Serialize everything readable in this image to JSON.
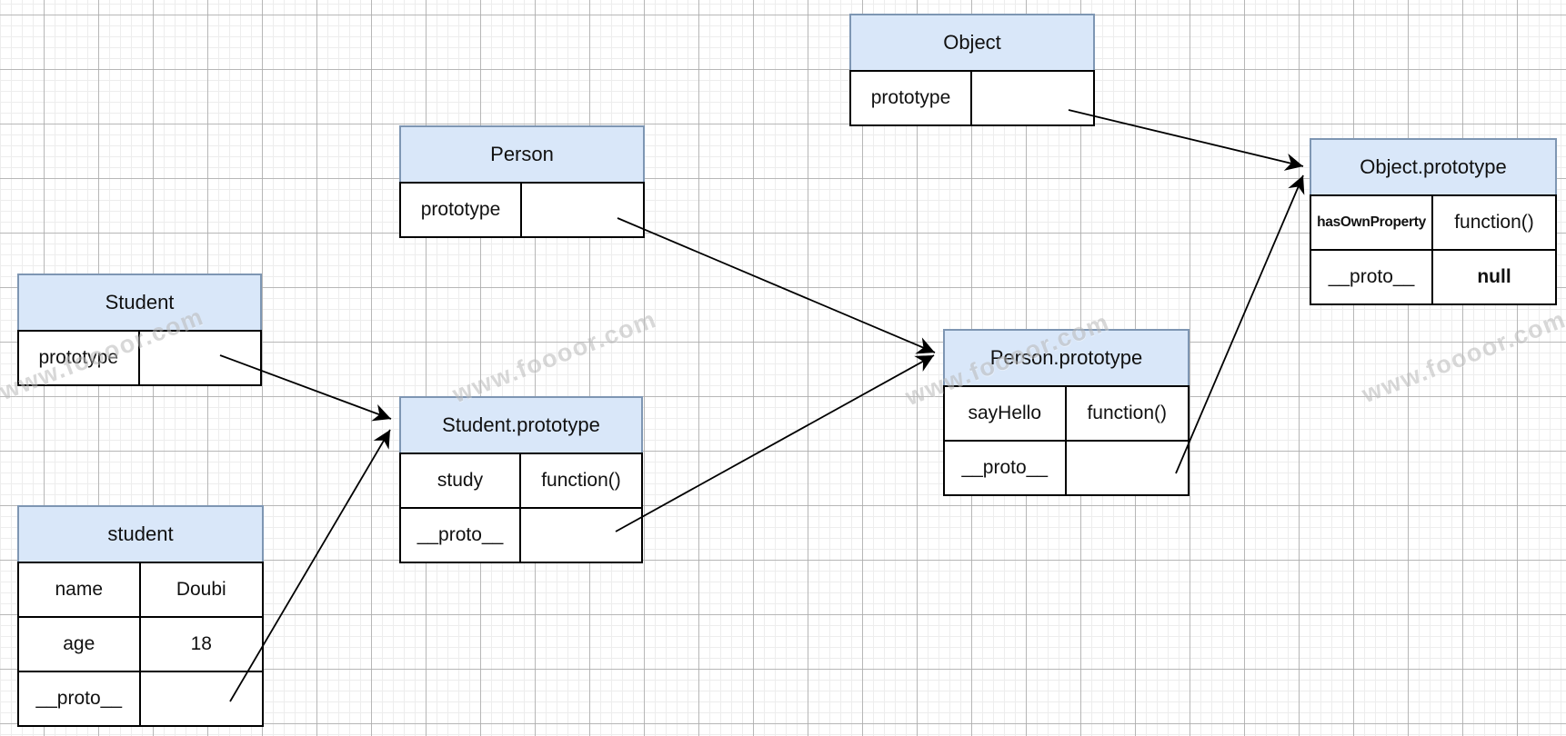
{
  "diagram": {
    "title": "JavaScript prototype chain diagram",
    "watermark_text": "www.foooor.com"
  },
  "boxes": {
    "object": {
      "title": "Object",
      "rows": [
        {
          "key": "prototype",
          "value": ""
        }
      ]
    },
    "person": {
      "title": "Person",
      "rows": [
        {
          "key": "prototype",
          "value": ""
        }
      ]
    },
    "student_class": {
      "title": "Student",
      "rows": [
        {
          "key": "prototype",
          "value": ""
        }
      ]
    },
    "student_instance": {
      "title": "student",
      "rows": [
        {
          "key": "name",
          "value": "Doubi"
        },
        {
          "key": "age",
          "value": "18"
        },
        {
          "key": "__proto__",
          "value": ""
        }
      ]
    },
    "student_prototype": {
      "title": "Student.prototype",
      "rows": [
        {
          "key": "study",
          "value": "function()"
        },
        {
          "key": "__proto__",
          "value": ""
        }
      ]
    },
    "person_prototype": {
      "title": "Person.prototype",
      "rows": [
        {
          "key": "sayHello",
          "value": "function()"
        },
        {
          "key": "__proto__",
          "value": ""
        }
      ]
    },
    "object_prototype": {
      "title": "Object.prototype",
      "rows": [
        {
          "key": "hasOwnProperty",
          "value": "function()"
        },
        {
          "key": "__proto__",
          "value": "null"
        }
      ]
    }
  },
  "edges": [
    {
      "from": "Object.prototype slot",
      "to": "Object.prototype"
    },
    {
      "from": "Person.prototype slot",
      "to": "Person.prototype"
    },
    {
      "from": "Student.prototype slot",
      "to": "Student.prototype"
    },
    {
      "from": "student.__proto__",
      "to": "Student.prototype"
    },
    {
      "from": "Student.prototype.__proto__",
      "to": "Person.prototype"
    },
    {
      "from": "Person.prototype.__proto__",
      "to": "Object.prototype"
    }
  ],
  "colors": {
    "header_fill": "#d9e7f9",
    "header_border": "#7e96b3",
    "cell_border": "#000000",
    "arrow": "#000000",
    "watermark": "#b9b9b9",
    "grid_major": "#aaaaaa",
    "grid_minor": "#ededed"
  }
}
